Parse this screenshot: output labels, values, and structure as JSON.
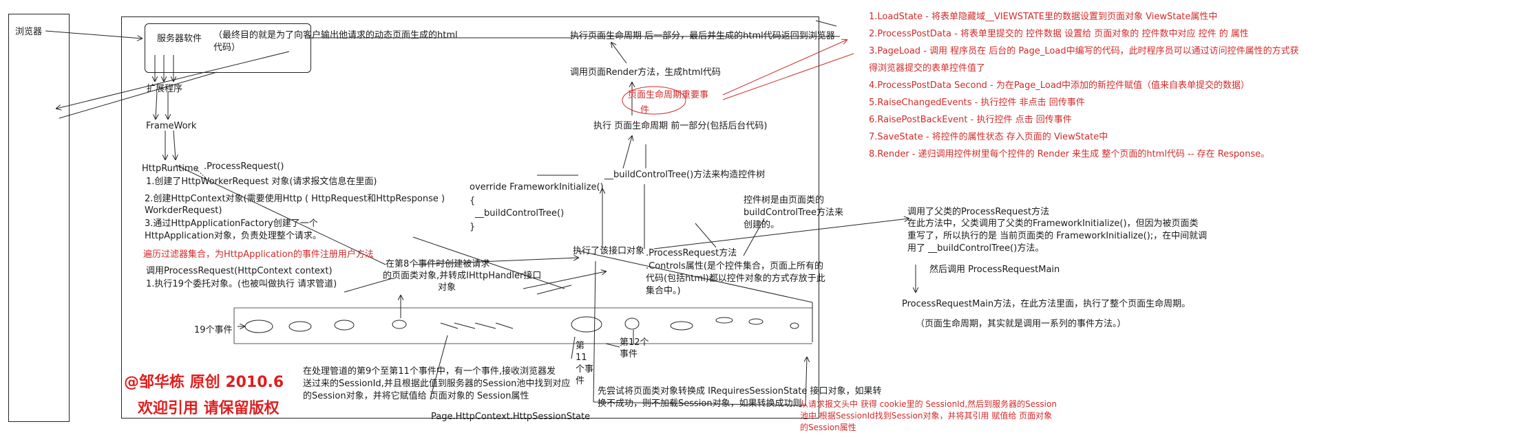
{
  "browser": "浏览器",
  "server_software": "服务器软件",
  "server_note_1": "（最终目的就是为了向客户输出他请求的动态页面生成的html",
  "server_note_2": "代码）",
  "extension": "扩展程序",
  "framework": "FrameWork",
  "httpruntime": "HttpRuntime",
  "process_request": ".ProcessRequest()",
  "step1": "1.创建了HttpWorkerRequest 对象(请求报文信息在里面)",
  "step2a": "2.创建HttpContext对象(需要使用Http     ( HttpRequest和HttpResponse )",
  "step2b": "WorkderRequest)",
  "step3a": "3.通过HttpApplicationFactory创建了一个",
  "step3b": "HttpApplication对象，负责处理整个请求。",
  "filter_note": "遍历过滤器集合，为HttpApplication的事件注册用户方法",
  "call_pr": "调用ProcessRequest(HttpContext context)",
  "call_pr_2": "1.执行19个委托对象。(也被叫做执行 请求管道)",
  "events19": "19个事件",
  "event8a": "在第8个事件时创建被请求",
  "event8b": "的页面类对象,并转成IHttpHandler接口",
  "event8c": "对象",
  "event11": "第11个事件",
  "event12": "第12个事件",
  "pipeline_a": "在处理管道的第9个至第11个事件中，有一个事件,接收浏览器发",
  "pipeline_b": "送过来的SessionId,并且根据此值到服务器的Session池中找到对应",
  "pipeline_c": "的Session对象，并将它赋值给 页面对象的  Session属性",
  "session_prop": "Page.HttpContext.HttpSessionState",
  "copyright_1": "@邹华栋 原创 2010.6",
  "copyright_2": "欢迎引用 请保留版权",
  "override_fi": "override FrameworkInitialize()",
  "brace_open": "{",
  "build_ctrl_small": "    __buildControlTree()",
  "brace_close": "}",
  "exec_interface": "执行了该接口对象",
  "page_pr": ".ProcessRequest方法",
  "controls_a": ".Controls属性(是个控件集合，页面上所有的",
  "controls_b": "代码(包括html)都以控件对象的方式存放于此",
  "controls_c": "集合中。)",
  "build_tree": "__buildControlTree()方法来构造控件树",
  "tree_note_a": "控件树是由页面类的",
  "tree_note_b": "buildControlTree方法来",
  "tree_note_c": "创建的。",
  "exec_front": "执行 页面生命周期 前一部分(包括后台代码)",
  "lifecycle_key_a": "页面生命周期重要事",
  "lifecycle_key_b": "件",
  "render_call": "调用页面Render方法，生成html代码",
  "exec_back": "执行页面生命周期 后一部分，最后并生成的html代码返回到浏览器",
  "parent_pr_a": "调用了父类的ProcessRequest方法",
  "parent_pr_b": "在此方法中，父类调用了父类的FrameworkInitialize()，但因为被页面类",
  "parent_pr_c": "重写了，所以执行的是 当前页面类的 FrameworkInitialize();，在中间就调",
  "parent_pr_d": "用了 __buildControlTree()方法。",
  "then_call": "然后调用 ProcessRequestMain",
  "prm": "ProcessRequestMain方法，在此方法里面，执行了整个页面生命周期。",
  "lifecycle_note": "（页面生命周期，其实就是调用一系列的事件方法。）",
  "session_try_a": "先尝试将页面类对象转换成 IRequiresSessionState 接口对象，如果转",
  "session_try_b": "换不成功，则不加载Session对象，如果转换成功则",
  "session_red_a": "从请求报文头中 获得 cookie里的 SessionId,然后到服务器的Session",
  "session_red_b": "池中 根据SessionId找到Session对象，并将其引用 赋值给 页面对象",
  "session_red_c": "的Session属性",
  "lifecycle_steps": [
    "1.LoadState - 将表单隐藏域__VIEWSTATE里的数据设置到页面对象 ViewState属性中",
    "2.ProcessPostData - 将表单里提交的 控件数据    设置给 页面对象的 控件数中对应 控件 的 属性",
    "3.PageLoad - 调用 程序员在 后台的 Page_Load中编写的代码，此时程序员可以通过访问控件属性的方式获",
    "得浏览器提交的表单控件值了",
    "4.ProcessPostData Second - 为在Page_Load中添加的新控件赋值（值来自表单提交的数据）",
    "5.RaiseChangedEvents - 执行控件 非点击 回传事件",
    "6.RaisePostBackEvent - 执行控件  点击 回传事件",
    "7.SaveState - 将控件的属性状态 存入页面的 ViewState中",
    "8.Render - 递归调用控件树里每个控件的 Render 来生成 整个页面的html代码 -- 存在 Response。"
  ]
}
